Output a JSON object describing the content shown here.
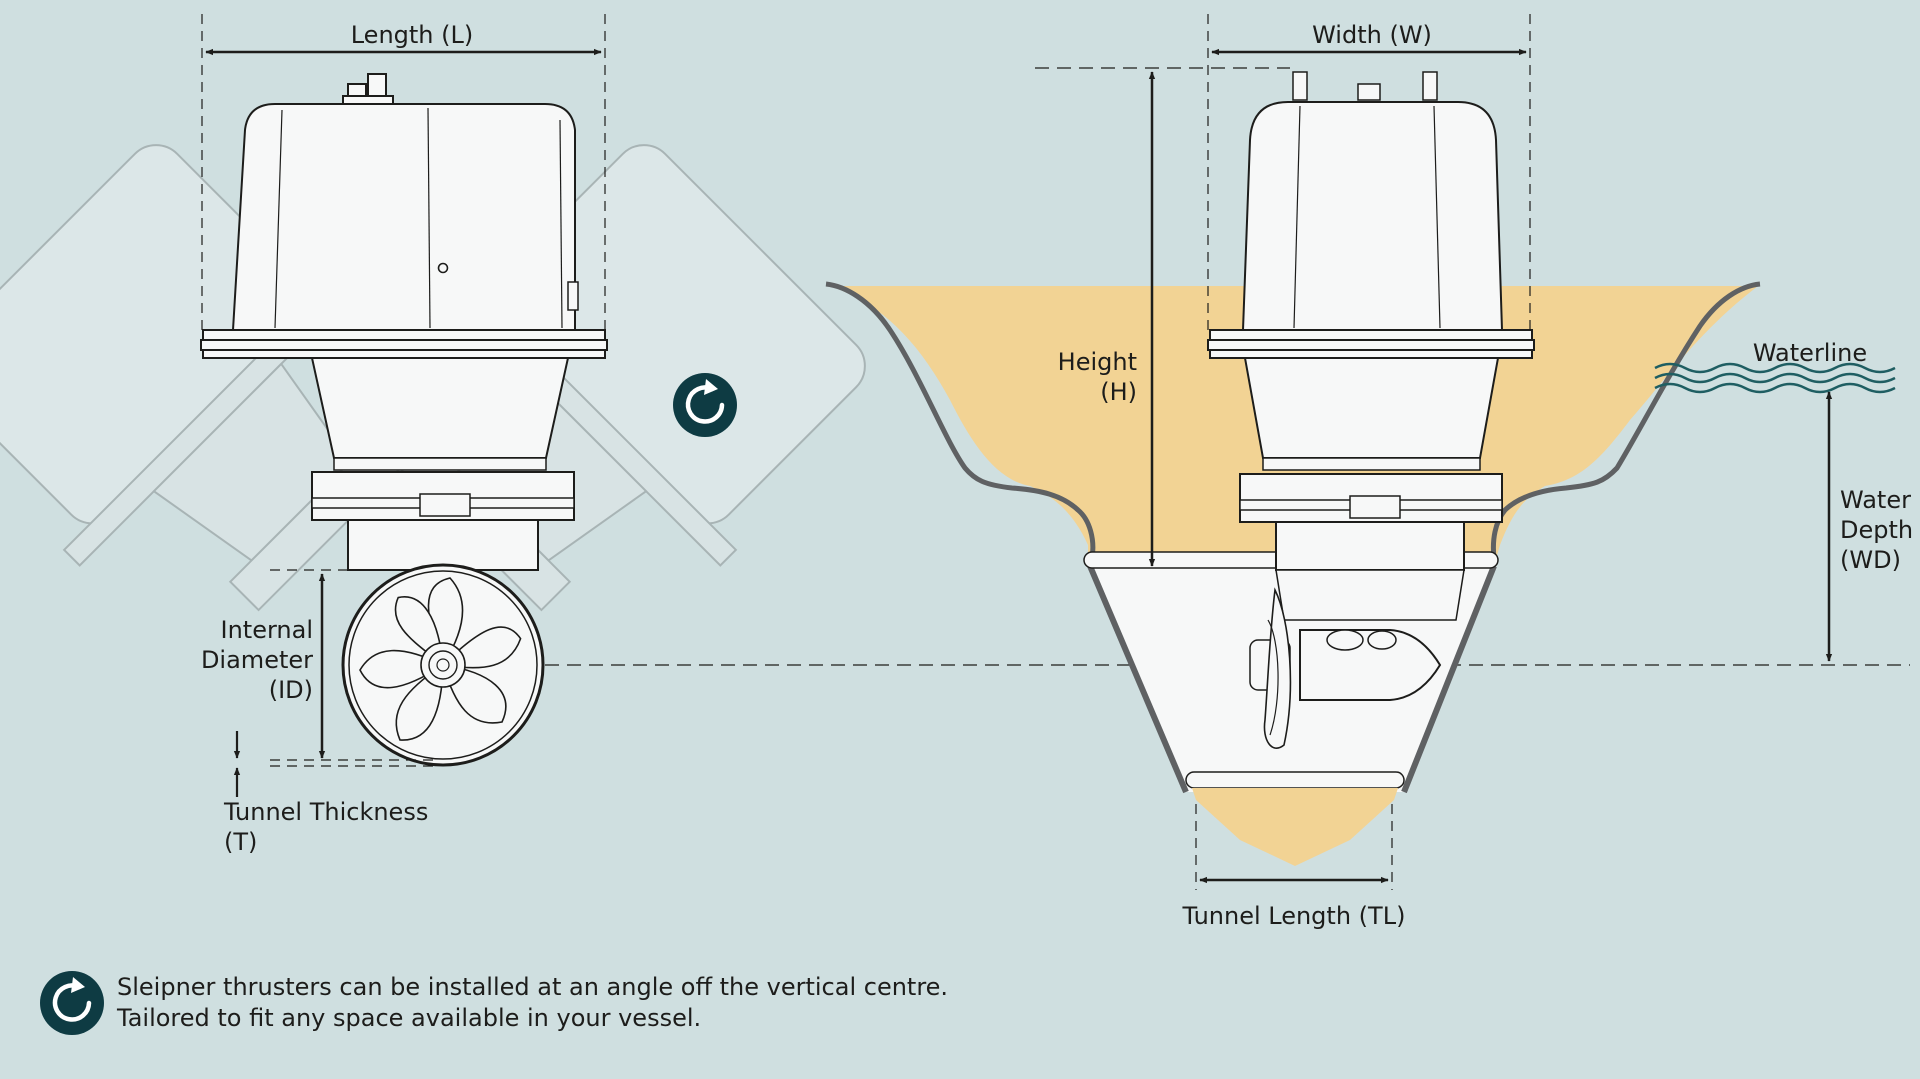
{
  "labels": {
    "length": "Length (L)",
    "width": "Width (W)",
    "height_1": "Height",
    "height_2": "(H)",
    "waterline": "Waterline",
    "water_depth_1": "Water",
    "water_depth_2": "Depth",
    "water_depth_3": "(WD)",
    "internal_diameter_1": "Internal",
    "internal_diameter_2": "Diameter",
    "internal_diameter_3": "(ID)",
    "tunnel_thickness_1": "Tunnel Thickness",
    "tunnel_thickness_2": "(T)",
    "tunnel_length": "Tunnel Length (TL)"
  },
  "footnote": {
    "line_1": "Sleipner thrusters can be installed at an angle off the vertical centre.",
    "line_2": "Tailored to fit any space available in your vessel.",
    "icon": "rotate-icon"
  },
  "colors": {
    "background": "#cfdfe0",
    "hull_fill": "#f2d394",
    "icon_dark": "#0e3b43",
    "water": "#1f5e62",
    "line": "#1d1d1b",
    "hull_outline": "#5f6163"
  }
}
